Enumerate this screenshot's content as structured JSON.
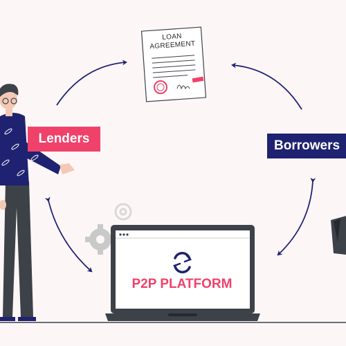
{
  "labels": {
    "lenders": "Lenders",
    "borrowers": "Borrowers"
  },
  "document": {
    "title_line1": "LOAN",
    "title_line2": "AGREEMENT"
  },
  "platform": {
    "name": "P2P PLATFORM"
  },
  "colors": {
    "accent_pink": "#f0416a",
    "navy": "#1f2270",
    "background": "#fdf6f7",
    "laptop_dark": "#3d4148"
  },
  "icons": [
    "sync-arrows-icon",
    "gear-icon",
    "seal-stamp-icon",
    "signature-icon"
  ]
}
